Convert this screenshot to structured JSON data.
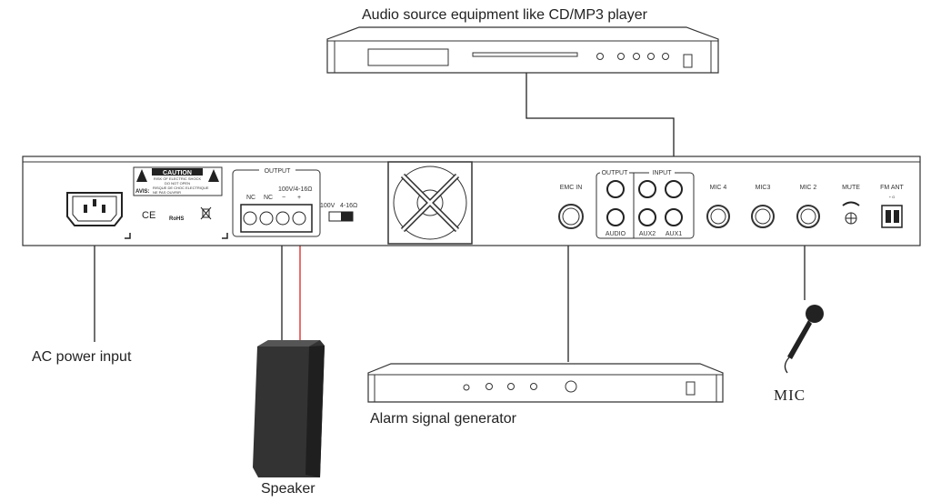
{
  "labels": {
    "audio_source": "Audio source equipment like CD/MP3 player",
    "ac_power": "AC power input",
    "alarm": "Alarm signal generator",
    "speaker": "Speaker",
    "mic": "MIC"
  },
  "panel": {
    "caution": "CAUTION",
    "caution_line1": "RISK OF ELECTRIC SHOCK",
    "caution_line2": "DO NOT OPEN",
    "avis": "AVIS:",
    "avis_line1": "RISQUE DE CHOC ELECTRIQUE",
    "avis_line2": "NE PAS OUVRIR",
    "ce": "CE",
    "rohs": "RoHS",
    "output_group": "OUTPUT",
    "nc1": "NC",
    "nc2": "NC",
    "minus": "−",
    "plus": "+",
    "output_rating": "100V/4-16Ω",
    "switch_100v": "100V",
    "switch_ohm": "4-16Ω",
    "emc_in": "EMC IN",
    "rca_output": "OUTPUT",
    "rca_input": "INPUT",
    "audio": "AUDIO",
    "aux2": "AUX2",
    "aux1": "AUX1",
    "mic4": "MIC 4",
    "mic3": "MIC3",
    "mic2": "MIC 2",
    "mute": "MUTE",
    "fm_ant": "FM ANT",
    "fm_pins": "+ G"
  },
  "colors": {
    "wire": "#222222",
    "positive_wire": "#e02020"
  }
}
